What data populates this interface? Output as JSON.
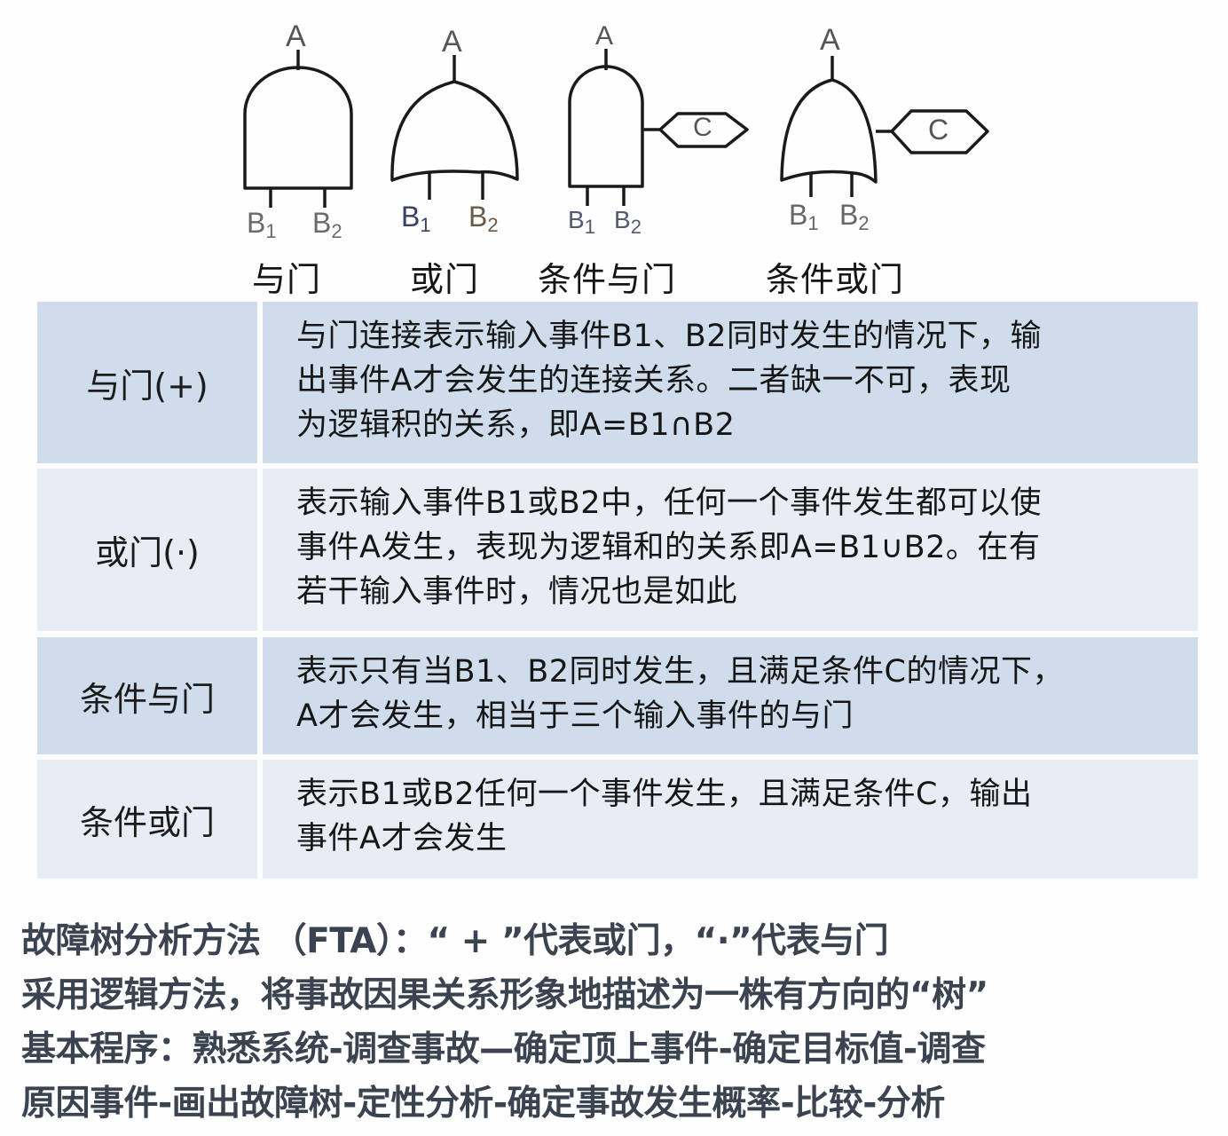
{
  "gates": [
    {
      "name": "and-gate",
      "label": "与门",
      "output": "A",
      "inputs": [
        "B",
        "B"
      ],
      "input_subs": [
        "1",
        "2"
      ],
      "condition": null
    },
    {
      "name": "or-gate",
      "label": "或门",
      "output": "A",
      "inputs": [
        "B",
        "B"
      ],
      "input_subs": [
        "1",
        "2"
      ],
      "condition": null
    },
    {
      "name": "conditional-and-gate",
      "label": "条件与门",
      "output": "A",
      "inputs": [
        "B",
        "B"
      ],
      "input_subs": [
        "1",
        "2"
      ],
      "condition": "C"
    },
    {
      "name": "conditional-or-gate",
      "label": "条件或门",
      "output": "A",
      "inputs": [
        "B",
        "B"
      ],
      "input_subs": [
        "1",
        "2"
      ],
      "condition": "C"
    }
  ],
  "table": {
    "rows": [
      {
        "name": "与门(+)",
        "lines": [
          "与门连接表示输入事件B1、B2同时发生的情况下，输",
          "出事件A才会发生的连接关系。二者缺一不可，表现",
          "为逻辑积的关系，即A=B1∩B2"
        ]
      },
      {
        "name": "或门(·)",
        "lines": [
          "表示输入事件B1或B2中，任何一个事件发生都可以使",
          "事件A发生，表现为逻辑和的关系即A=B1∪B2。在有",
          "若干输入事件时，情况也是如此"
        ]
      },
      {
        "name": "条件与门",
        "lines": [
          "表示只有当B1、B2同时发生，且满足条件C的情况下，",
          "A才会发生，相当于三个输入事件的与门"
        ]
      },
      {
        "name": "条件或门",
        "lines": [
          "表示B1或B2任何一个事件发生，且满足条件C，输出",
          "事件A才会发生"
        ]
      }
    ]
  },
  "notes": [
    "故障树分析方法 （FTA）：“ + ”代表或门，“·”代表与门",
    "采用逻辑方法，将事故因果关系形象地描述为一株有方向的“树”",
    "基本程序：熟悉系统-调查事故—确定顶上事件-确定目标值-调查",
    "原因事件-画出故障树-定性分析-确定事故发生概率-比较-分析"
  ],
  "colors": {
    "row_dark": "#cfdcec",
    "row_light": "#e8edf5",
    "notes_text": "#3b4250",
    "gate_stroke": "#1a1a1a"
  }
}
